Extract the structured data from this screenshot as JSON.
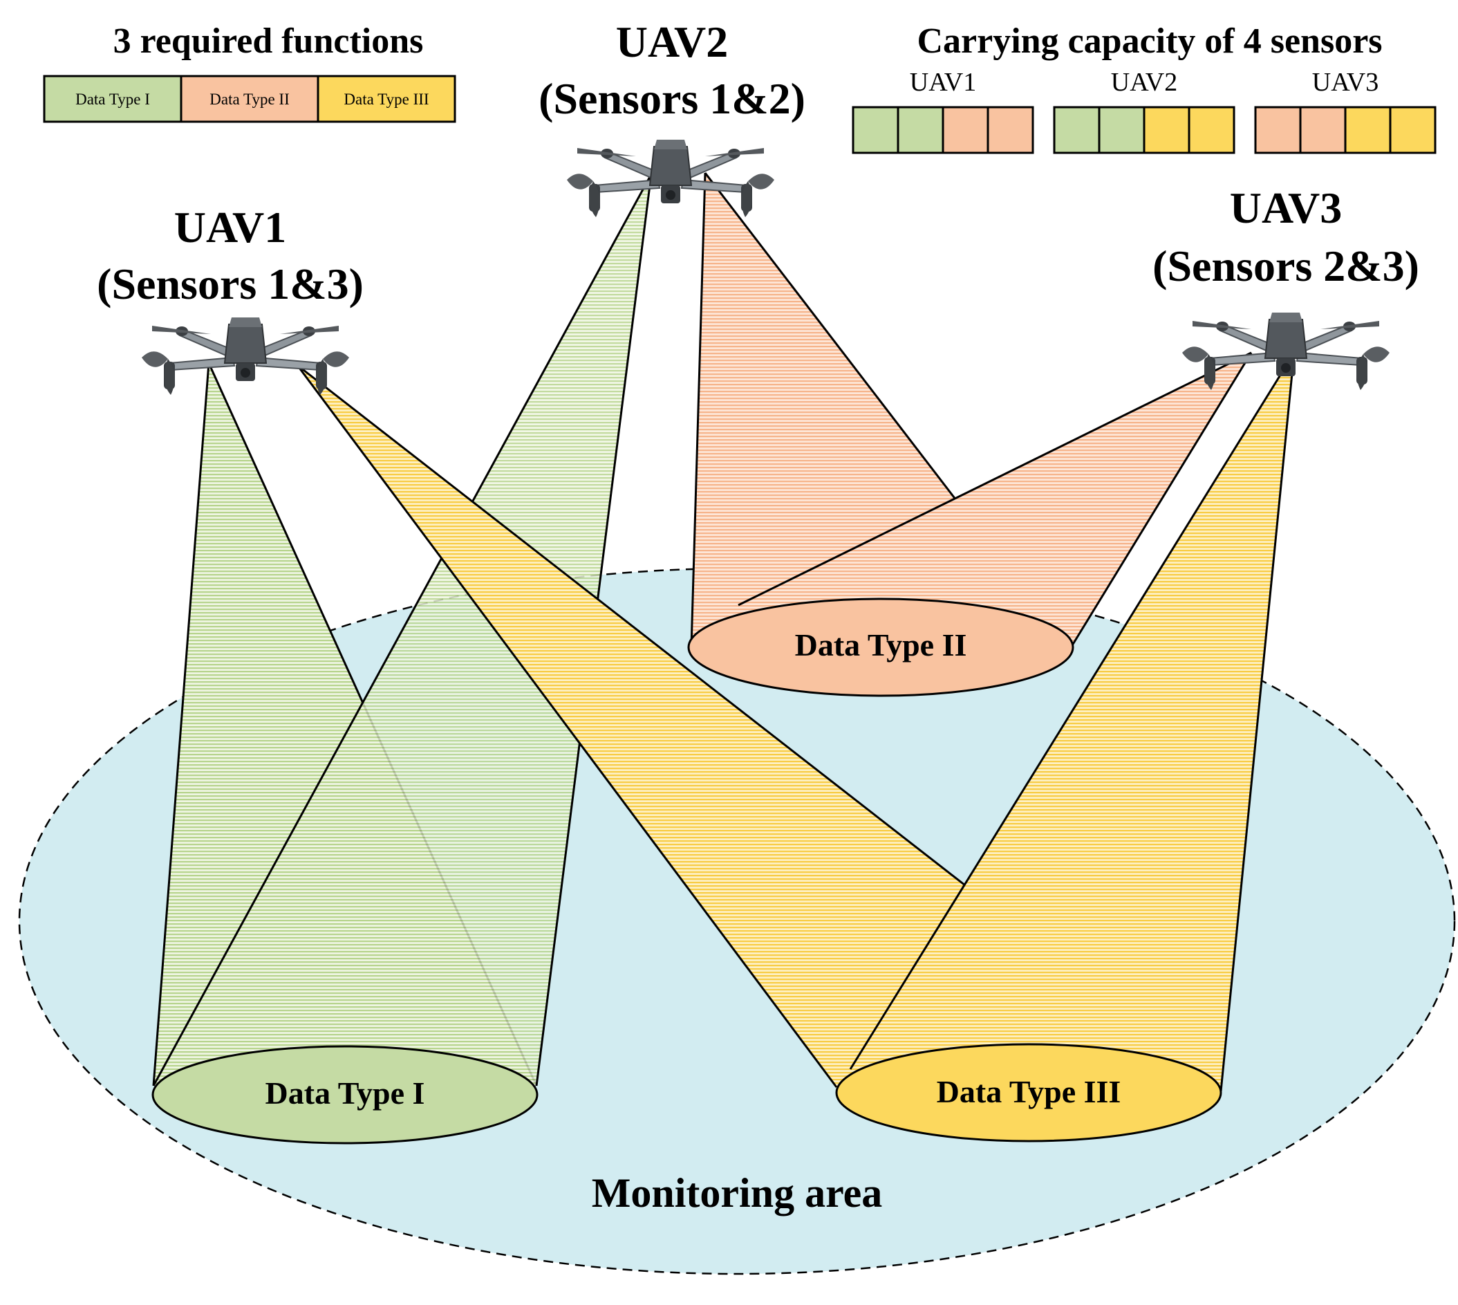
{
  "colors": {
    "type1": "#c5dba4",
    "type2": "#f9c3a0",
    "type3": "#fcd85d",
    "area": "#d2ecf1",
    "stroke": "#000000"
  },
  "legend": {
    "title": "3 required functions",
    "items": [
      {
        "label": "Data Type I",
        "color_key": "type1"
      },
      {
        "label": "Data Type II",
        "color_key": "type2"
      },
      {
        "label": "Data Type III",
        "color_key": "type3"
      }
    ]
  },
  "capacity": {
    "title": "Carrying capacity of 4 sensors",
    "uavs": [
      {
        "label": "UAV1",
        "slots": [
          "type1",
          "type1",
          "type2",
          "type2"
        ]
      },
      {
        "label": "UAV2",
        "slots": [
          "type1",
          "type1",
          "type3",
          "type3"
        ]
      },
      {
        "label": "UAV3",
        "slots": [
          "type2",
          "type2",
          "type3",
          "type3"
        ]
      }
    ]
  },
  "uavs": [
    {
      "name": "UAV1",
      "sensors": "(Sensors 1&3)"
    },
    {
      "name": "UAV2",
      "sensors": "(Sensors 1&2)"
    },
    {
      "name": "UAV3",
      "sensors": "(Sensors 2&3)"
    }
  ],
  "targets": [
    {
      "label": "Data Type I",
      "color_key": "type1"
    },
    {
      "label": "Data Type II",
      "color_key": "type2"
    },
    {
      "label": "Data Type III",
      "color_key": "type3"
    }
  ],
  "area_label": "Monitoring area",
  "icons": [
    "drone-icon"
  ]
}
